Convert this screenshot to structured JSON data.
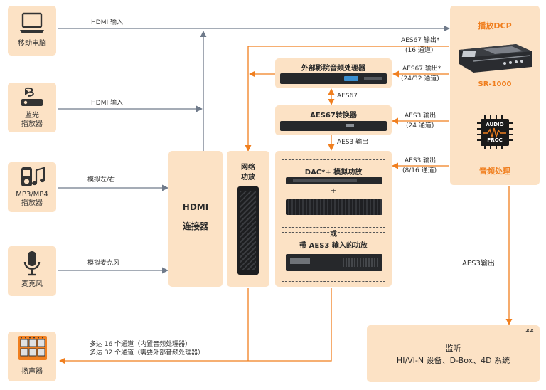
{
  "devices": {
    "laptop": "移动电脑",
    "bluray": "蓝光\n播放器",
    "mp3": "MP3/MP4\n播放器",
    "mic": "麦克风",
    "speaker": "扬声器"
  },
  "links": {
    "hdmi1": "HDMI 输入",
    "hdmi2": "HDMI 输入",
    "analog_lr": "模拟左/右",
    "analog_mic": "模拟麦克风",
    "spk_line1": "多达 16 个通道（内置音频处理器）",
    "spk_line2": "多达 32 个通道（需要外部音频处理器）"
  },
  "hdmi_connector": {
    "line1": "HDMI",
    "line2": "连接器"
  },
  "net_amp": {
    "line1": "网络",
    "line2": "功放"
  },
  "ext_proc": {
    "title": "外部影院音频处理器"
  },
  "aes67_conv": {
    "title": "AES67转换器"
  },
  "aes67_link": "AES67",
  "aes3_out_link": "AES3 输出",
  "amps": {
    "title": "DAC*+ 模拟功放",
    "plus": "+",
    "or": "或",
    "aes3_title": "带 AES3 输入的功放"
  },
  "dcp": {
    "title": "播放DCP",
    "model": "SR-1000",
    "audio_proc": "音频处理",
    "chip_line1": "AUDIO",
    "chip_line2": "PROC"
  },
  "outputs": {
    "o1_line1": "AES67 输出*",
    "o1_line2": "(16 通道)",
    "o2_line1": "AES67 输出*",
    "o2_line2": "(24/32 通道)",
    "o3_line1": "AES3 输出",
    "o3_line2": "(24 通道)",
    "o4_line1": "AES3 输出",
    "o4_line2": "(8/16 通道)"
  },
  "aes3_down": "AES3输出",
  "monitor": {
    "corner": "##",
    "title": "监听",
    "subtitle": "HI/VI-N 设备、D-Box、4D 系统"
  },
  "colors": {
    "box": "#fce2c5",
    "orange": "#f07f1f",
    "line": "#6f7a8a"
  }
}
